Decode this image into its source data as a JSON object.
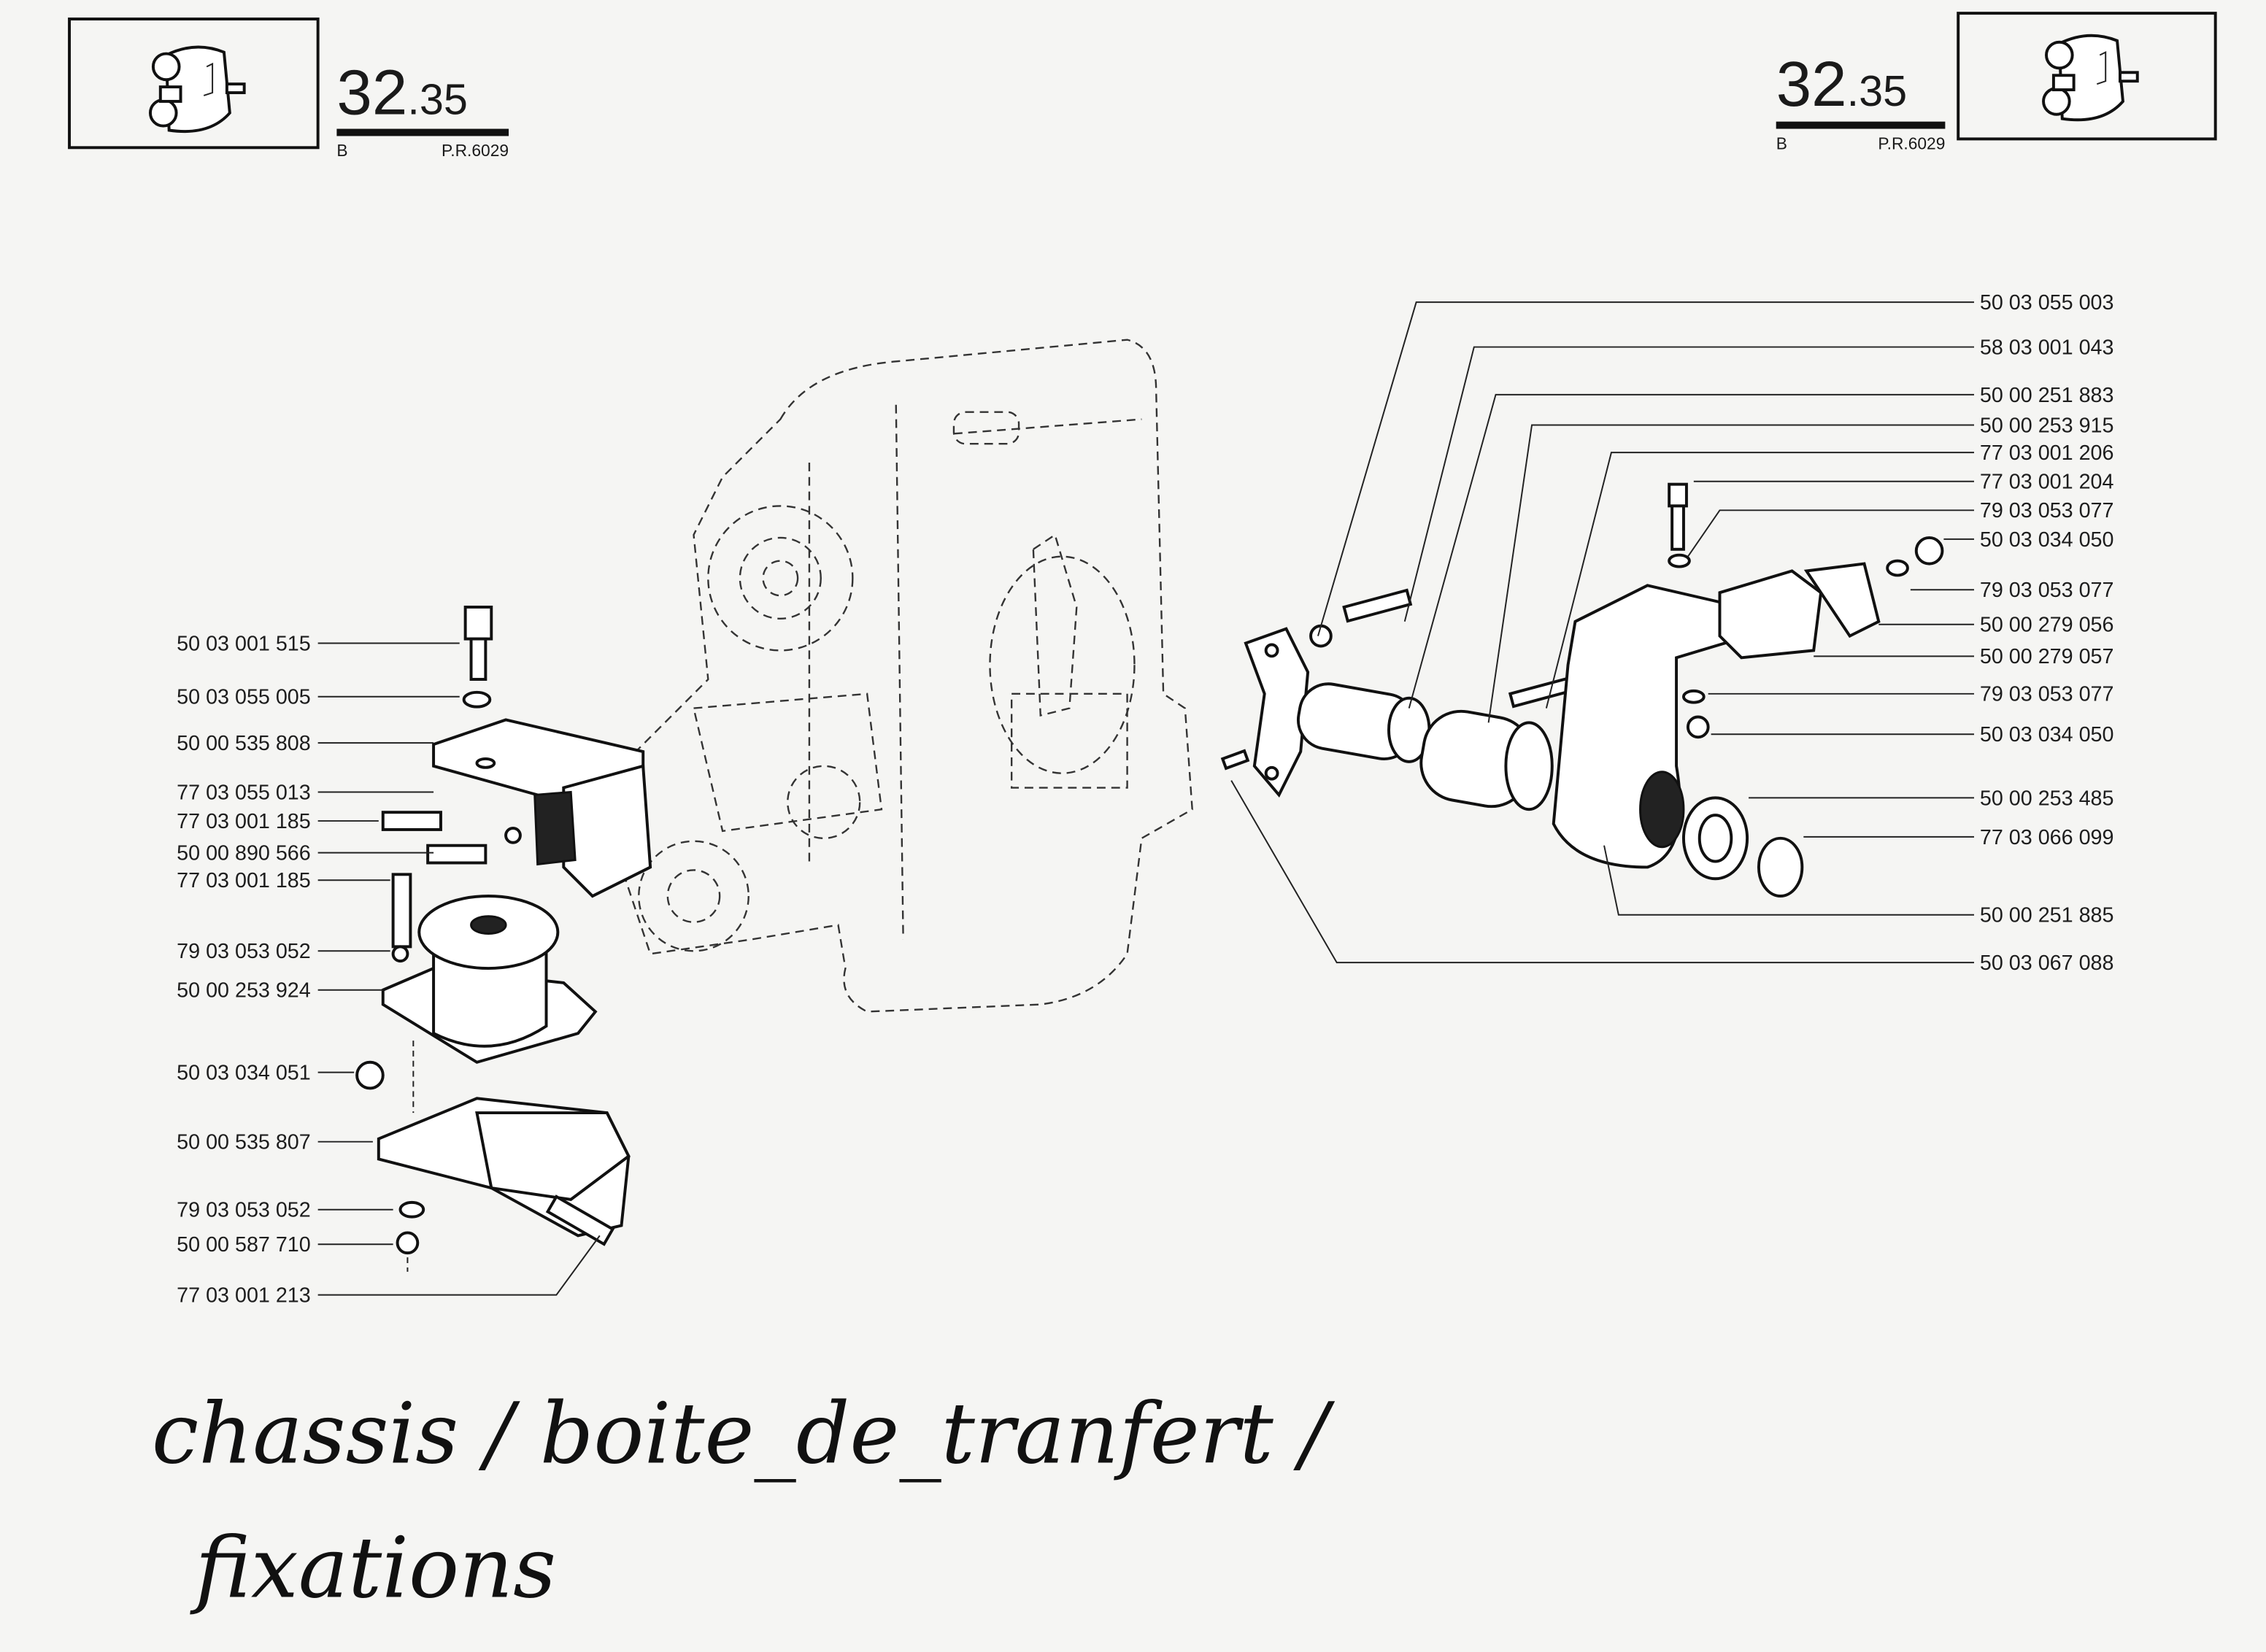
{
  "header": {
    "page_number_main": "32",
    "page_number_sub": ".35",
    "section_letter": "B",
    "reference": "P.R.6029"
  },
  "left_parts": [
    "50 03 001 515",
    "50 03 055 005",
    "50 00 535 808",
    "77 03 055 013",
    "77 03 001 185",
    "50 00 890 566",
    "77 03 001 185",
    "79 03 053 052",
    "50 00 253 924",
    "50 03 034 051",
    "50 00 535 807",
    "79 03 053 052",
    "50 00 587 710",
    "77 03 001 213"
  ],
  "right_parts": [
    "50 03 055 003",
    "58 03 001 043",
    "50 00 251 883",
    "50 00 253 915",
    "77 03 001 206",
    "77 03 001 204",
    "79 03 053 077",
    "50 03 034 050",
    "79 03 053 077",
    "50 00 279 056",
    "50 00 279 057",
    "79 03 053 077",
    "50 03 034 050",
    "50 00 253 485",
    "77 03 066 099",
    "50 00 251 885",
    "50 03 067 088"
  ],
  "handwritten": {
    "line1": "chassis / boite_de_tranfert /",
    "line2": "fixations"
  }
}
